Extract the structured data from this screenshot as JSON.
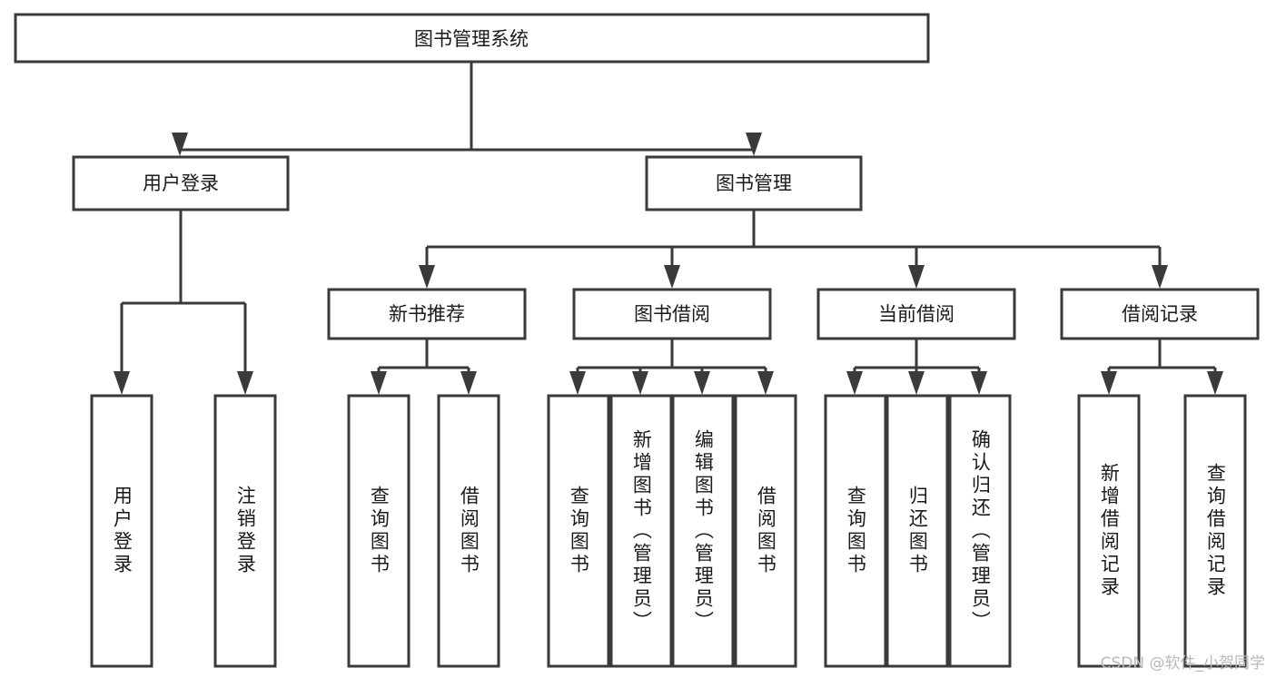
{
  "diagram": {
    "title": "图书管理系统",
    "type": "tree-hierarchy-chart",
    "root": {
      "id": "root",
      "label": "图书管理系统",
      "orientation": "horizontal"
    },
    "level1": [
      {
        "id": "user-login",
        "label": "用户登录",
        "orientation": "horizontal"
      },
      {
        "id": "book-management",
        "label": "图书管理",
        "orientation": "horizontal"
      }
    ],
    "level2": [
      {
        "id": "new-book-recommend",
        "label": "新书推荐",
        "orientation": "horizontal",
        "parent": "book-management"
      },
      {
        "id": "book-borrow",
        "label": "图书借阅",
        "orientation": "horizontal",
        "parent": "book-management"
      },
      {
        "id": "current-borrow",
        "label": "当前借阅",
        "orientation": "horizontal",
        "parent": "book-management"
      },
      {
        "id": "borrow-record",
        "label": "借阅记录",
        "orientation": "horizontal",
        "parent": "book-management"
      }
    ],
    "leaves": [
      {
        "id": "leaf-user-login",
        "label": "用户登录",
        "orientation": "vertical",
        "parent": "user-login"
      },
      {
        "id": "leaf-user-logout",
        "label": "注销登录",
        "orientation": "vertical",
        "parent": "user-login"
      },
      {
        "id": "leaf-query-book-1",
        "label": "查询图书",
        "orientation": "vertical",
        "parent": "new-book-recommend"
      },
      {
        "id": "leaf-borrow-book-1",
        "label": "借阅图书",
        "orientation": "vertical",
        "parent": "new-book-recommend"
      },
      {
        "id": "leaf-query-book-2",
        "label": "查询图书",
        "orientation": "vertical",
        "parent": "book-borrow"
      },
      {
        "id": "leaf-add-book",
        "label": "新增图书（管理员）",
        "orientation": "vertical",
        "parent": "book-borrow"
      },
      {
        "id": "leaf-edit-book",
        "label": "编辑图书（管理员）",
        "orientation": "vertical",
        "parent": "book-borrow"
      },
      {
        "id": "leaf-borrow-book-2",
        "label": "借阅图书",
        "orientation": "vertical",
        "parent": "book-borrow"
      },
      {
        "id": "leaf-query-book-3",
        "label": "查询图书",
        "orientation": "vertical",
        "parent": "current-borrow"
      },
      {
        "id": "leaf-return-book",
        "label": "归还图书",
        "orientation": "vertical",
        "parent": "current-borrow"
      },
      {
        "id": "leaf-confirm-return",
        "label": "确认归还（管理员）",
        "orientation": "vertical",
        "parent": "current-borrow"
      },
      {
        "id": "leaf-add-record",
        "label": "新增借阅记录",
        "orientation": "vertical",
        "parent": "borrow-record"
      },
      {
        "id": "leaf-query-record",
        "label": "查询借阅记录",
        "orientation": "vertical",
        "parent": "borrow-record"
      }
    ],
    "colors": {
      "stroke": "#3a3a3a",
      "fill": "#ffffff",
      "text": "#1a1a1a",
      "watermark": "#b9b9b9"
    }
  },
  "watermark": {
    "text": "CSDN @软件_小贺同学"
  }
}
